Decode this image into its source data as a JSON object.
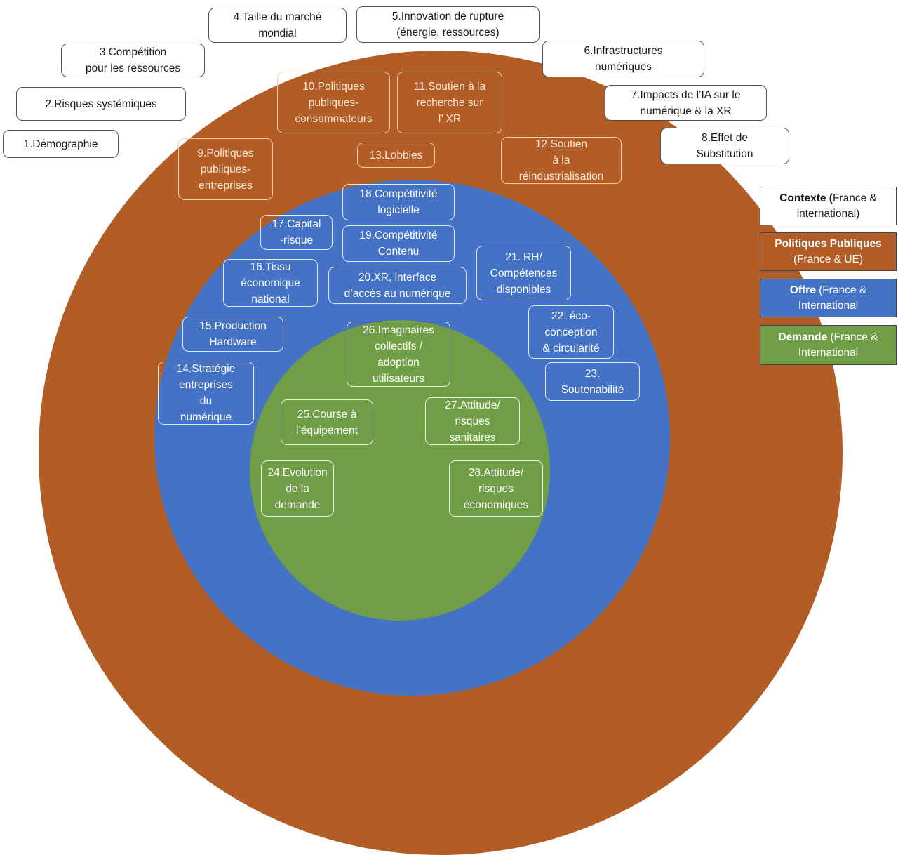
{
  "colors": {
    "context": "#b25d26",
    "offre": "#4472c4",
    "demande": "#6f9e46",
    "contexte_legend": "#ffffff"
  },
  "context_items": [
    "1.Démographie",
    "2.Risques systémiques",
    "3.Compétition\npour les ressources",
    "4.Taille du marché\nmondial",
    "5.Innovation de rupture\n(énergie, ressources)",
    "6.Infrastructures\nnumériques",
    "7.Impacts de l’IA sur le\nnumérique & la XR",
    "8.Effet de\nSubstitution"
  ],
  "policy_items": [
    "9.Politiques\npubliques-\nentreprises",
    "10.Politiques\npubliques-\nconsommateurs",
    "11.Soutien à la\nrecherche sur\nl’ XR",
    "12.Soutien\nà la\nréindustrialisation",
    "13.Lobbies"
  ],
  "offer_items": [
    "14.Stratégie\nentreprises\ndu\nnumérique",
    "15.Production\nHardware",
    "16.Tissu\néconomique\nnational",
    "17.Capital\n-risque",
    "18.Compétitivité\nlogicielle",
    "19.Compétitivité\nContenu",
    "20.XR, interface\nd’accès au numérique",
    "21. RH/\nCompétences\ndisponibles",
    "22. éco-\nconception\n& circularité",
    "23.\nSoutenabilité"
  ],
  "demand_items": [
    "24.Evolution\nde la\ndemande",
    "25.Course à\nl’équipement",
    "26.Imaginaires\ncollectifs /\nadoption\nutilisateurs",
    "27.Attitude/\nrisques\nsanitaires",
    "28.Attitude/\nrisques\néconomiques"
  ],
  "legend": {
    "contexte": {
      "bold": "Contexte (",
      "rest": "France &",
      "line2": "international)"
    },
    "politiques": {
      "bold": "Politiques Publiques",
      "line2": "(France & UE)"
    },
    "offre": {
      "bold": "Offre",
      "rest": " (France &",
      "line2": "International"
    },
    "demande": {
      "bold": "Demande",
      "rest": " (France &",
      "line2": "International"
    }
  }
}
